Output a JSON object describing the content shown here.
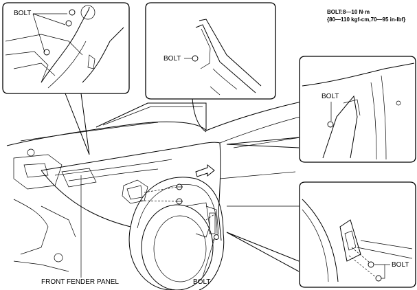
{
  "torque_spec": {
    "line1": "BOLT:8—10 N·m",
    "line2": "{80—110 kgf-cm,70—95 in-lbf}"
  },
  "labels": {
    "inset_top_left_bolt": "BOLT",
    "inset_top_middle_bolt": "BOLT",
    "inset_right_middle_bolt": "BOLT",
    "inset_bottom_right_bolt": "BOLT",
    "main_bolt": "BOLT",
    "front_fender_panel": "FRONT FENDER PANEL"
  }
}
